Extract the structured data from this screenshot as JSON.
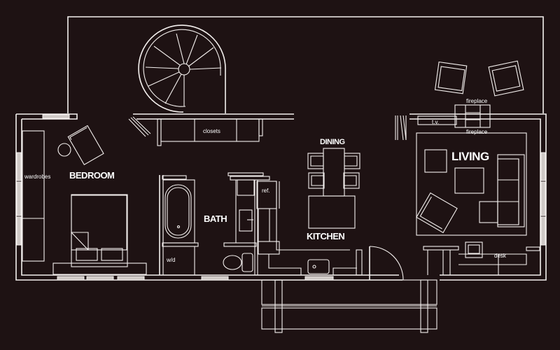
{
  "diagram": {
    "type": "floor-plan",
    "background": "#1e1213",
    "line_color": "#f4f0ee",
    "rooms": [
      {
        "id": "bedroom",
        "label": "BEDROOM"
      },
      {
        "id": "bath",
        "label": "BATH"
      },
      {
        "id": "dining",
        "label": "DINING"
      },
      {
        "id": "kitchen",
        "label": "KITCHEN"
      },
      {
        "id": "living",
        "label": "LIVING"
      }
    ],
    "fixtures": {
      "wardrobes": "wardrobes",
      "closets": "closets",
      "washer_dryer": "w/d",
      "refrigerator": "ref.",
      "tv": "t.v.",
      "fireplace_outside": "fireplace",
      "fireplace_inside": "fireplace",
      "desk": "desk"
    }
  }
}
